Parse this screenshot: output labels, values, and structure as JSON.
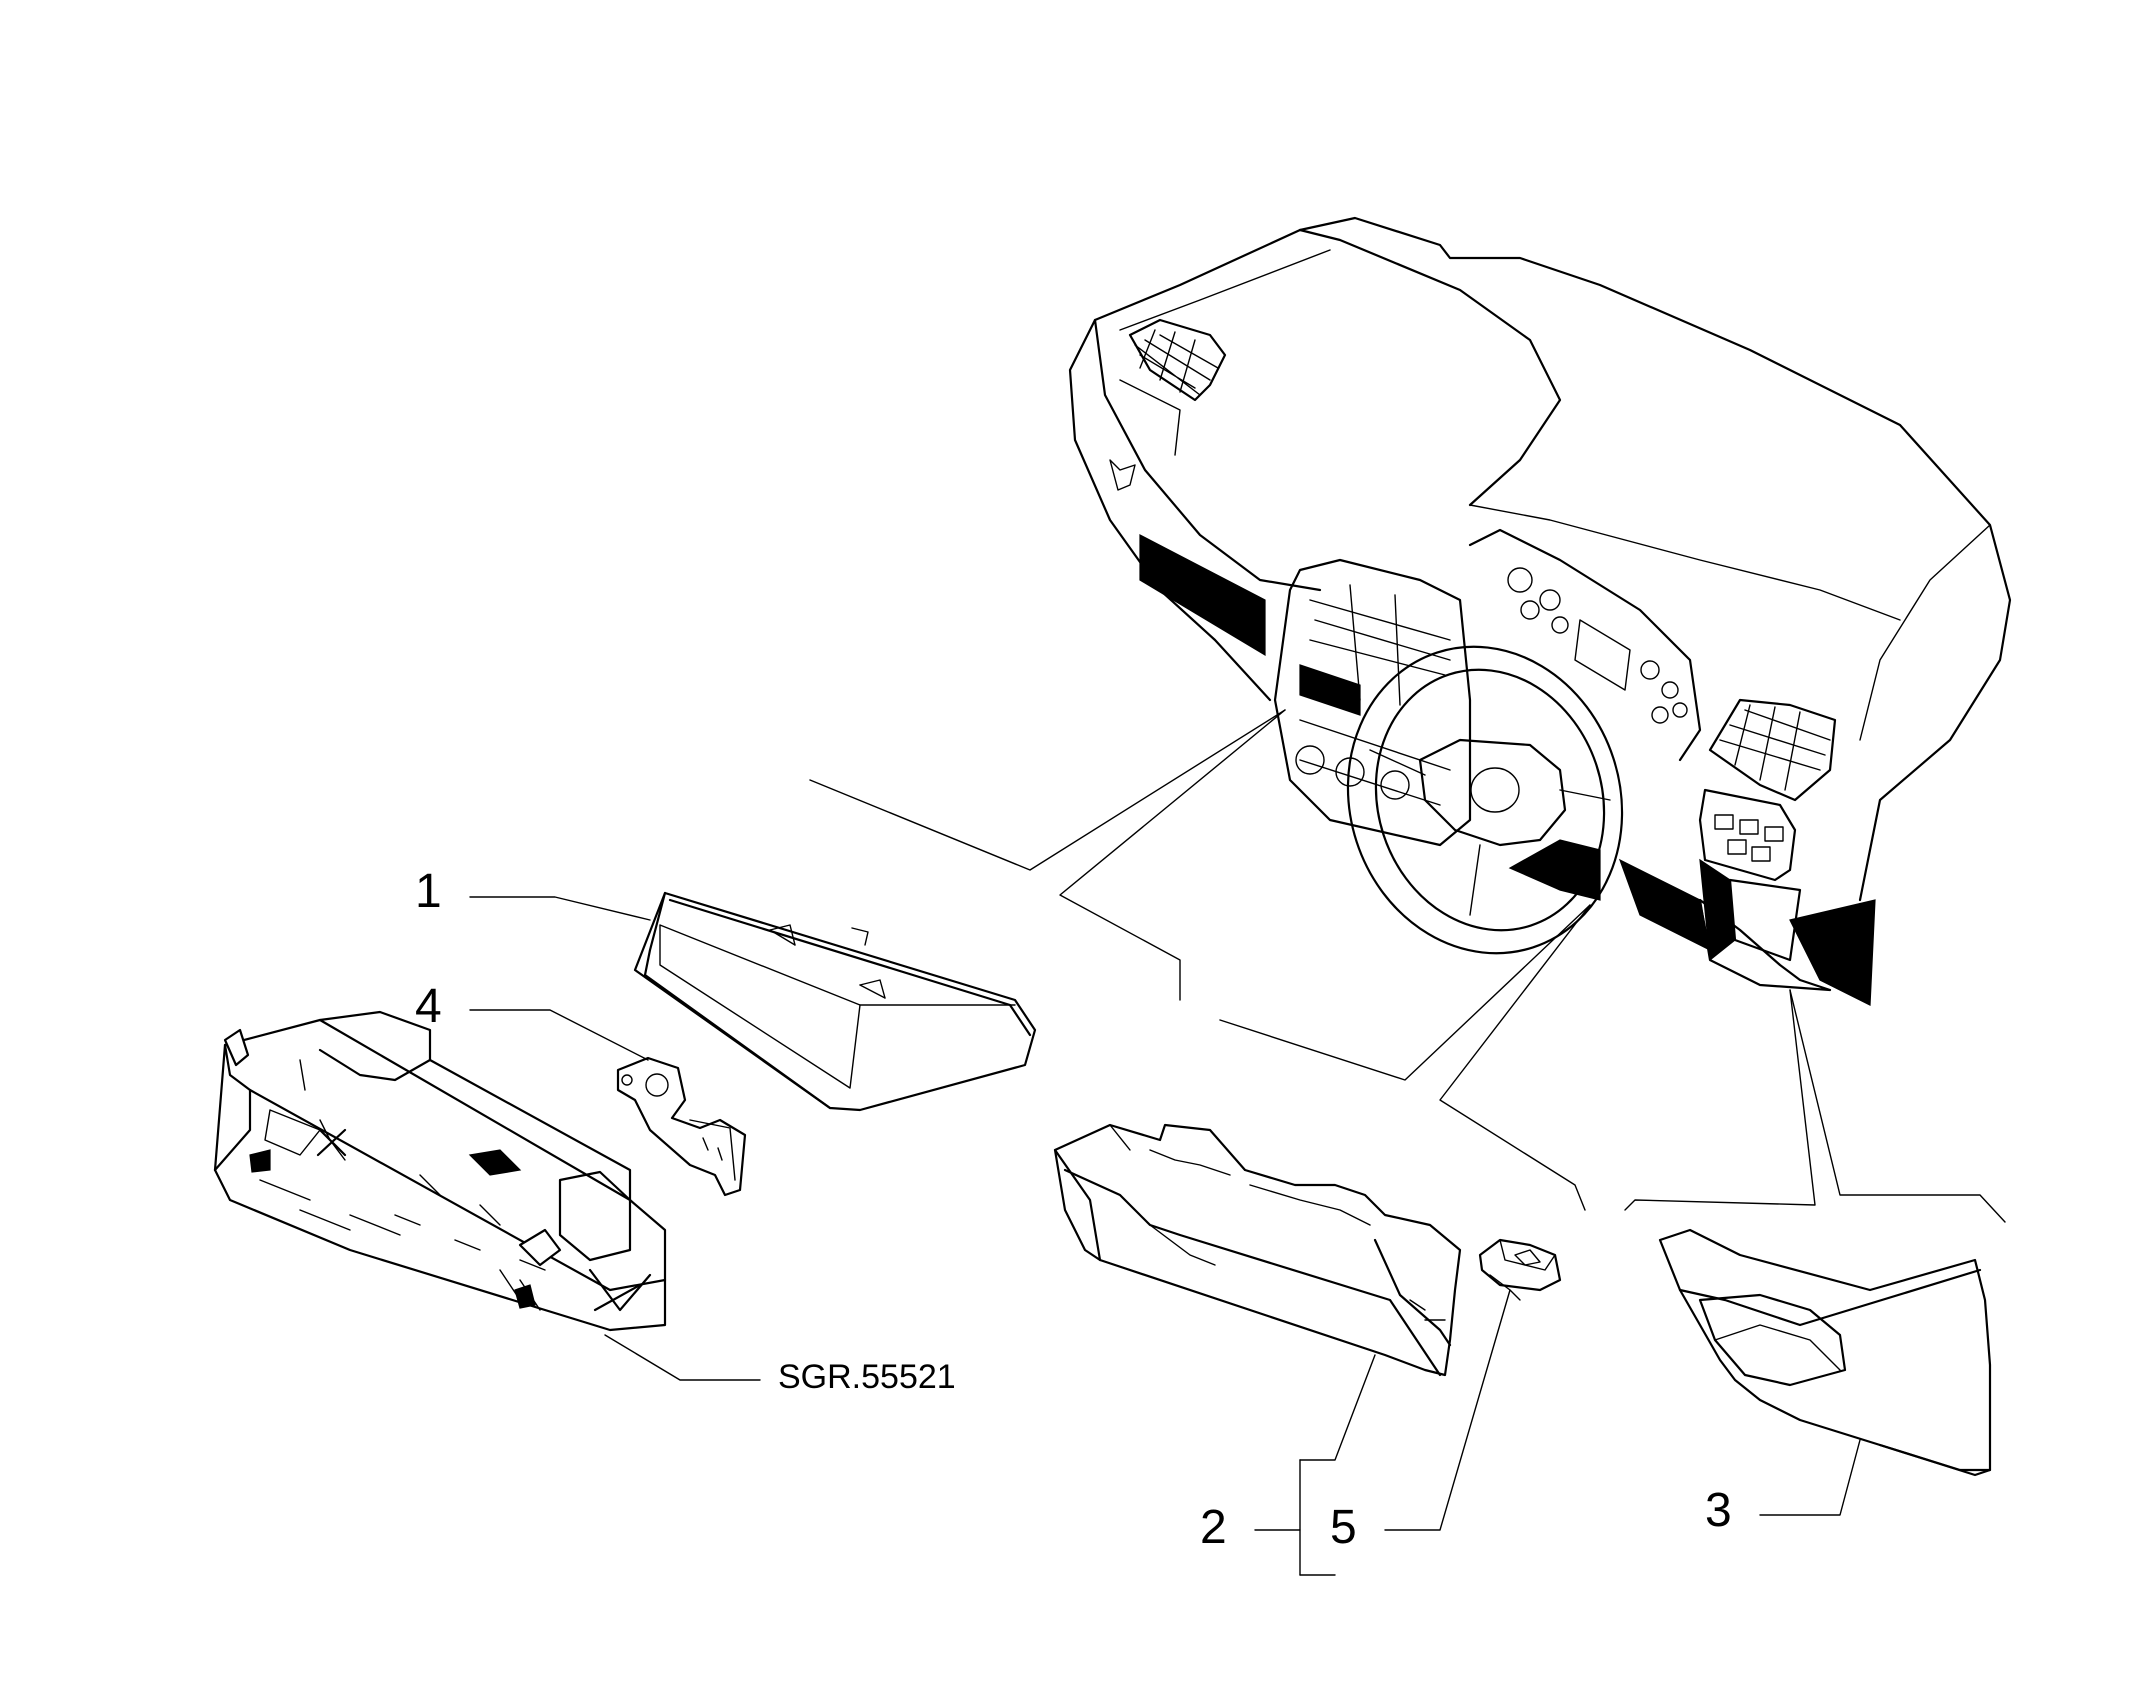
{
  "figure": {
    "reference_code": "SGR.55521",
    "callouts": [
      {
        "id": "1",
        "label": "1"
      },
      {
        "id": "4",
        "label": "4"
      },
      {
        "id": "2",
        "label": "2"
      },
      {
        "id": "5",
        "label": "5"
      },
      {
        "id": "3",
        "label": "3"
      }
    ]
  }
}
